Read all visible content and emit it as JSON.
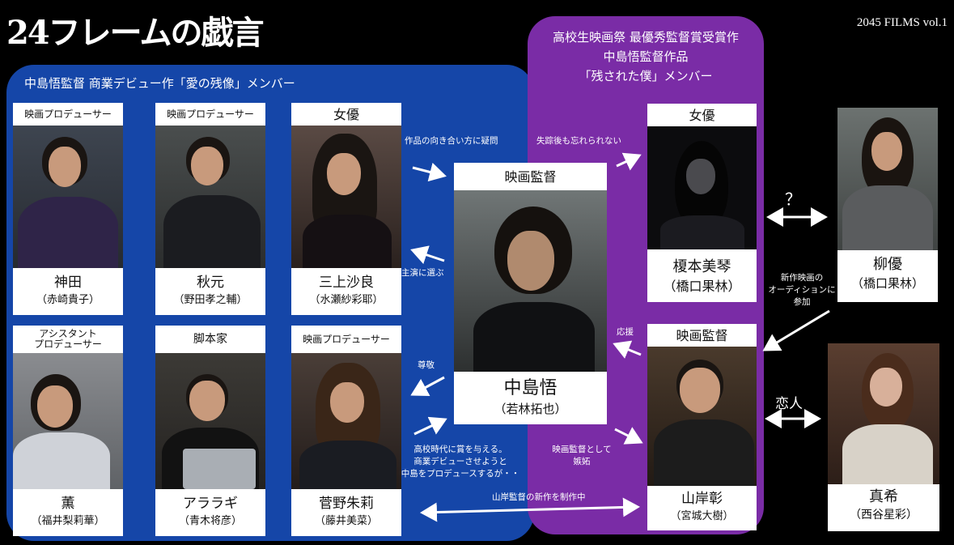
{
  "header": {
    "title": "24フレームの戯言",
    "brand": "2045 FILMS vol.1"
  },
  "blue_group": {
    "heading": "中島悟監督 商業デビュー作「愛の残像」メンバー"
  },
  "purple_group": {
    "heading_lines": [
      "高校生映画祭 最優秀監督賞受賞作",
      "中島悟監督作品",
      "「残された僕」メンバー"
    ]
  },
  "cards": {
    "kanda": {
      "role": "映画プロデューサー",
      "name": "神田",
      "actor": "（赤崎貴子）"
    },
    "akimoto": {
      "role": "映画プロデューサー",
      "name": "秋元",
      "actor": "（野田孝之輔）"
    },
    "mikami": {
      "role": "女優",
      "name": "三上沙良",
      "actor": "（水瀬紗彩耶）"
    },
    "kaoru": {
      "role_line1": "アシスタント",
      "role_line2": "プロデューサー",
      "name": "薫",
      "actor": "（福井梨莉華）"
    },
    "araragi": {
      "role": "脚本家",
      "name": "アララギ",
      "actor": "（青木将彦）"
    },
    "sugano": {
      "role": "映画プロデューサー",
      "name": "菅野朱莉",
      "actor": "（藤井美菜）"
    },
    "nakajima": {
      "role": "映画監督",
      "name": "中島悟",
      "actor": "（若林拓也）"
    },
    "enomoto": {
      "role": "女優",
      "name": "榎本美琴",
      "actor": "（橋口果林）"
    },
    "yamagishi": {
      "role": "映画監督",
      "name": "山岸彰",
      "actor": "（宮城大樹）"
    },
    "yanagi": {
      "name": "柳優",
      "actor": "（橋口果林）"
    },
    "maki": {
      "name": "真希",
      "actor": "（西谷星彩）"
    }
  },
  "notes": {
    "question_direction": "作品の向き合い方に疑問",
    "choose_lead": "主演に選ぶ",
    "respect": "尊敬",
    "award_lines": [
      "高校時代に賞を与える。",
      "商業デビューさせようと",
      "中島をプロデュースするが・・"
    ],
    "unforgettable": "失踪後も忘れられない",
    "support": "応援",
    "jealousy_lines": [
      "映画監督として",
      "嫉妬"
    ],
    "new_work": "山岸監督の新作を制作中",
    "audition_lines": [
      "新作映画の",
      "オーディションに",
      "参加"
    ],
    "question_mark": "？",
    "lovers": "恋人"
  }
}
